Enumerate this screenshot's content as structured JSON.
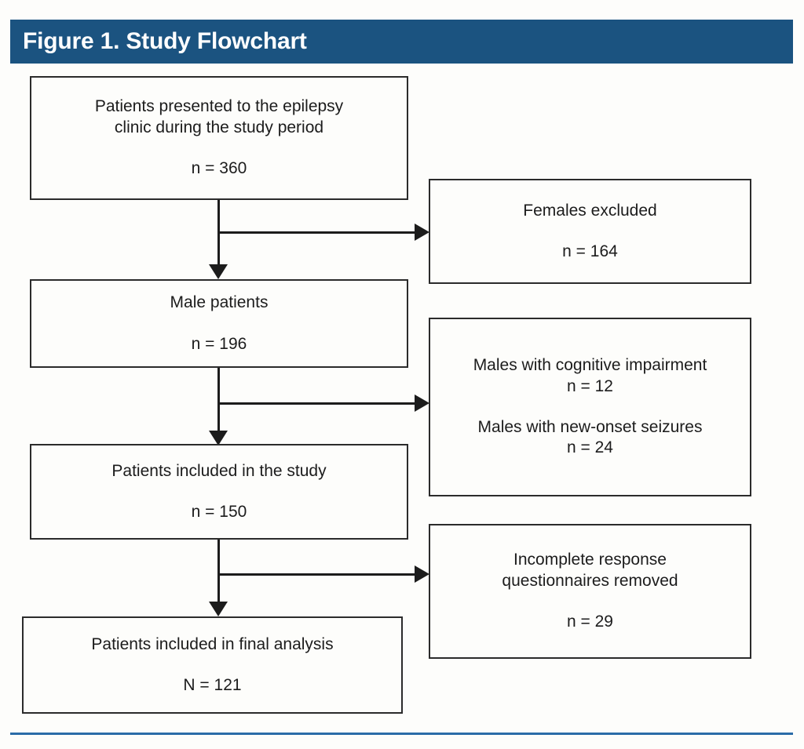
{
  "figure": {
    "header_title": "Figure 1. Study Flowchart",
    "header_color": "#1b5380",
    "header_text_color": "#ffffff",
    "box_border_color": "#2b2b2b",
    "connector_color": "#1c1c1c",
    "bottom_rule_color": "#2a6ca8",
    "background_color": "#fdfdfb"
  },
  "flowchart": {
    "type": "flowchart",
    "main_boxes": [
      {
        "id": "presented",
        "lines": [
          "Patients presented to the epilepsy",
          "clinic during the study period"
        ],
        "count_label": "n = 360",
        "count_value": 360
      },
      {
        "id": "male-patients",
        "lines": [
          "Male patients"
        ],
        "count_label": "n = 196",
        "count_value": 196
      },
      {
        "id": "included-in-study",
        "lines": [
          "Patients included in the study"
        ],
        "count_label": "n = 150",
        "count_value": 150
      },
      {
        "id": "final-analysis",
        "lines": [
          "Patients included in final analysis"
        ],
        "count_label": "N = 121",
        "count_value": 121
      }
    ],
    "exclusion_boxes": [
      {
        "id": "females-excluded",
        "lines": [
          "Females excluded"
        ],
        "count_label": "n = 164",
        "count_value": 164
      },
      {
        "id": "cognitive-and-new-onset",
        "group_one_label": "Males with cognitive impairment",
        "group_one_count": "n = 12",
        "group_one_value": 12,
        "group_two_label": "Males with new-onset seizures",
        "group_two_count": "n = 24",
        "group_two_value": 24
      },
      {
        "id": "incomplete-questionnaires",
        "lines": [
          "Incomplete response",
          "questionnaires removed"
        ],
        "count_label": "n = 29",
        "count_value": 29
      }
    ]
  }
}
